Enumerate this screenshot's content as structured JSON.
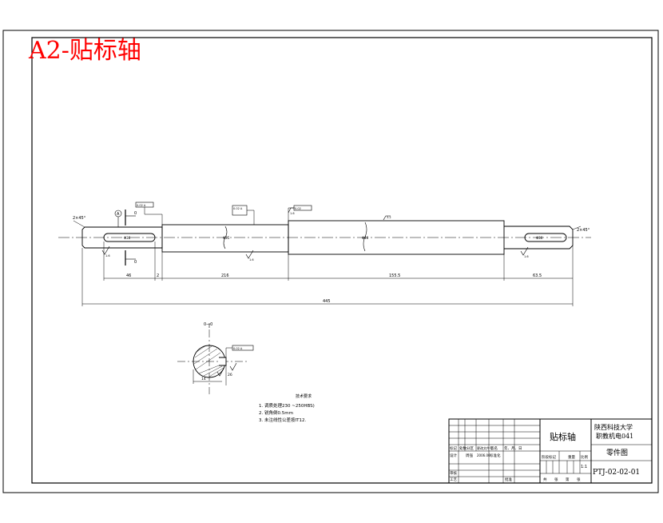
{
  "sheet": {
    "title": "A2-贴标轴",
    "accent_color": "#ff0000",
    "line_color": "#000000"
  },
  "shaft": {
    "left_chamfer": "2×45°",
    "right_chamfer": "2×45°",
    "section_mark_top": "0",
    "section_mark_bottom": "0",
    "datum_symbol": "A",
    "tolerance_box_1": "0.02 A",
    "tolerance_box_2": "0.02 A",
    "tolerance_box_3": "0.02",
    "roughness_1": "1.6",
    "roughness_2": "1.6",
    "roughness_3": "3.2",
    "roughness_4": "1.6",
    "roughness_5": "1.6",
    "dia_1": "Φ30",
    "dia_2": "Φ35",
    "dia_3": "Φ40",
    "dia_4": "Φ30",
    "dims": {
      "d1": "46",
      "d2": "2",
      "d3": "216",
      "d4": "155.5",
      "d5": "63.5",
      "overall": "445"
    }
  },
  "section": {
    "label": "0—0",
    "tolerance": "0.02 A",
    "dim_width": "14",
    "dim_depth": "26"
  },
  "notes": {
    "heading": "技术要求",
    "items": [
      "1.   调质处理230  ~250HBS)",
      "2.   锐角倒0.5mm",
      "3.   未注线性公差按IT12."
    ]
  },
  "title_block": {
    "part_name": "贴标轴",
    "school": "陕西科技大学",
    "class": "职教机电041",
    "drawing_type": "零件图",
    "drawing_no": "PTJ-02-02-01",
    "scale": "1:1",
    "row_marks": [
      "标记",
      "处数",
      "分区",
      "更改文件号",
      "签名",
      "年、月、日"
    ],
    "row_design": [
      "设计",
      "周强",
      "2006.06",
      "标准化"
    ],
    "row_stage": [
      "阶段标记",
      "重量",
      "比例"
    ],
    "row_review": "审核",
    "row_process": "工艺",
    "row_approve": "批准",
    "row_sheets": [
      "共",
      "张",
      "第",
      "张"
    ]
  }
}
